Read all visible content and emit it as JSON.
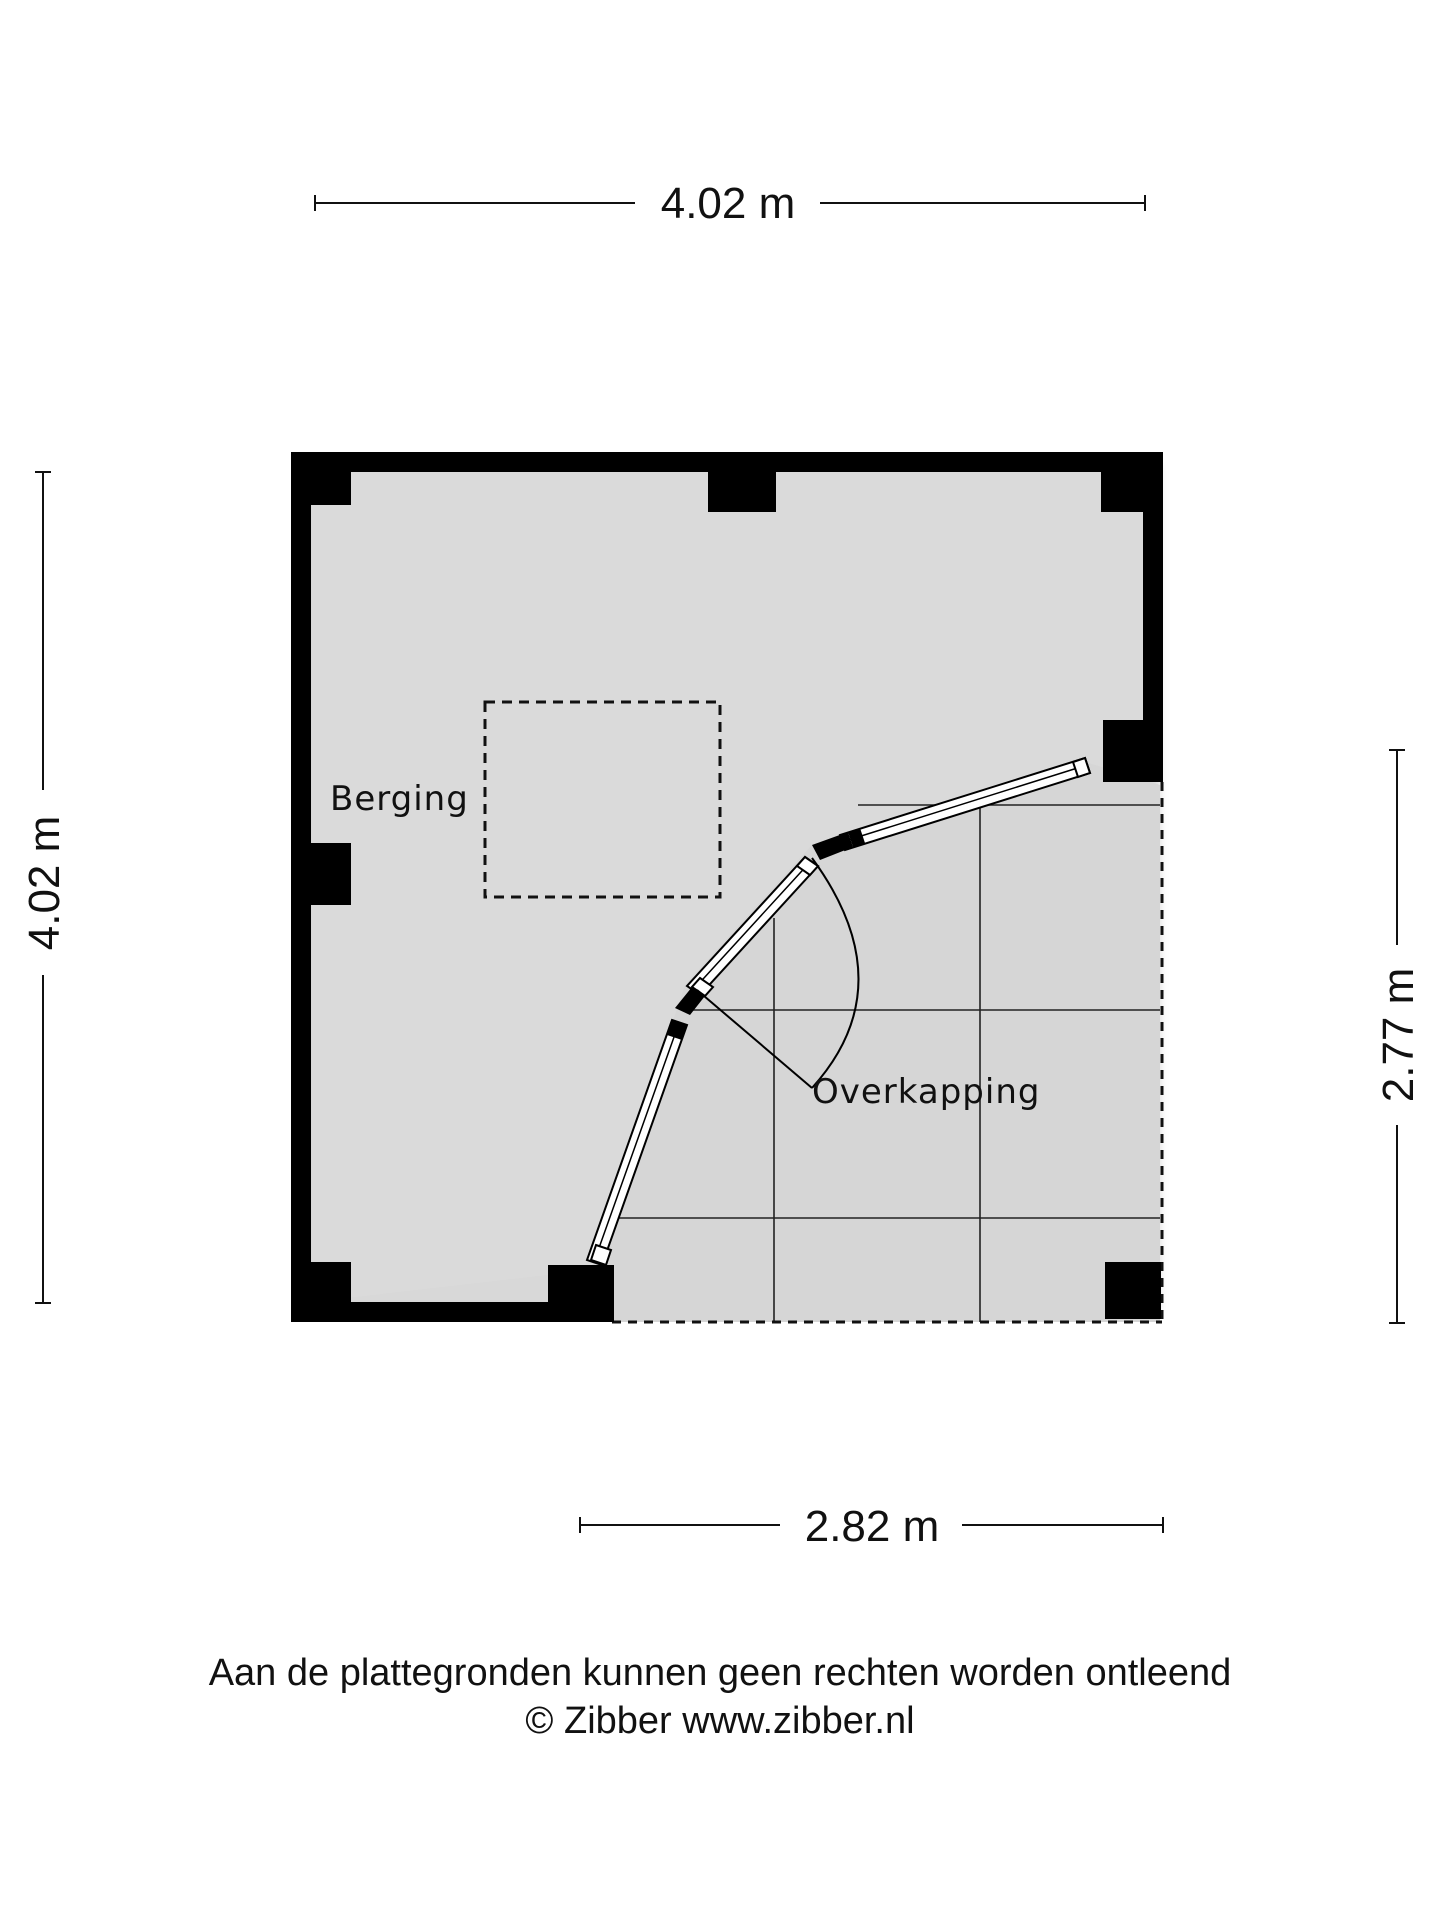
{
  "dimensions": {
    "top_width": "4.02 m",
    "left_height": "4.02 m",
    "right_height": "2.77 m",
    "bottom_width": "2.82 m"
  },
  "rooms": {
    "storage": "Berging",
    "canopy": "Overkapping"
  },
  "footer": {
    "disclaimer": "Aan de plattegronden kunnen geen rechten worden ontleend",
    "copyright": "© Zibber www.zibber.nl"
  },
  "colors": {
    "wall": "#000000",
    "floor": "#d9d9d9",
    "line": "#111111"
  }
}
